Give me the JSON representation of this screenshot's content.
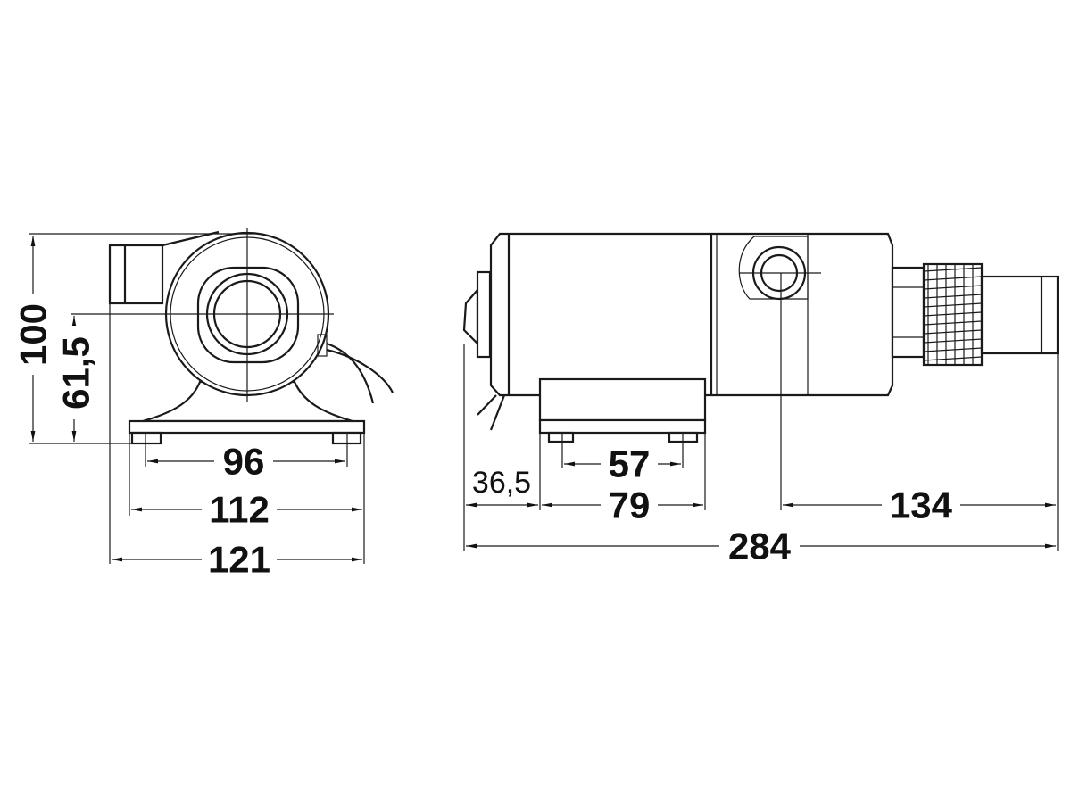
{
  "title": "Pump dimensional drawing",
  "front_view": {
    "height_total": "100",
    "outlet_center_height": "61,5",
    "foot_hole_spacing": "96",
    "base_width": "112",
    "overall_width": "121"
  },
  "side_view": {
    "front_to_mount": "36,5",
    "mount_hole_spacing": "57",
    "mount_length": "79",
    "port_to_end": "134",
    "overall_length": "284"
  },
  "colors": {
    "line": "#1a1a1a",
    "background": "#ffffff"
  }
}
